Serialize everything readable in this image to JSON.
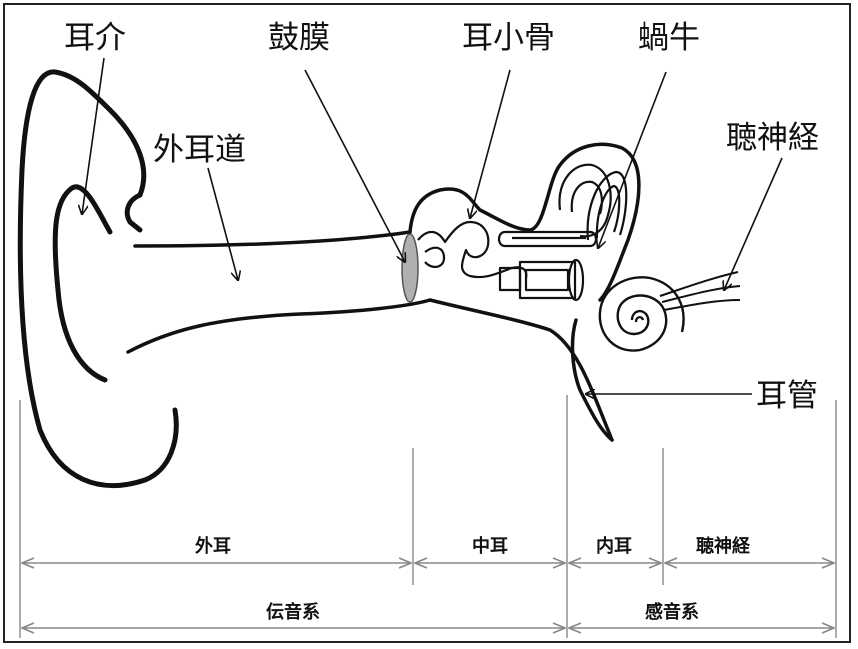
{
  "labels": {
    "pinna": "耳介",
    "ear_canal": "外耳道",
    "eardrum": "鼓膜",
    "ossicles": "耳小骨",
    "cochlea": "蝸牛",
    "auditory_nerve": "聴神経",
    "eustachian_tube": "耳管"
  },
  "sections": {
    "outer_ear": "外耳",
    "middle_ear": "中耳",
    "inner_ear": "内耳",
    "nerve": "聴神経"
  },
  "systems": {
    "conductive": "伝音系",
    "sensorineural": "感音系"
  },
  "colors": {
    "line": "#111111",
    "dimension": "#888888",
    "eardrum_fill": "#b0b0b0"
  }
}
